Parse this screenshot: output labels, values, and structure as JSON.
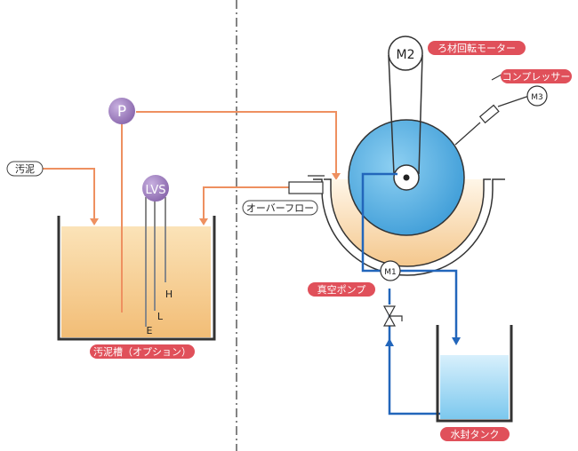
{
  "labels": {
    "sludge": "汚泥",
    "sludge_tank": "汚泥槽（オプション）",
    "overflow": "オーバーフロー",
    "filter_motor": "ろ材回転モーター",
    "compressor": "コンプレッサー",
    "vacuum_pump": "真空ポンプ",
    "water_seal_tank": "水封タンク"
  },
  "symbols": {
    "pump": "P",
    "level_switch": "LVS",
    "motor2": "M2",
    "motor1": "M1",
    "motor3": "M3",
    "electrode_h": "H",
    "electrode_l": "L",
    "electrode_e": "E"
  },
  "colors": {
    "accent_red": "#e0505a",
    "sludge_line": "#ee9060",
    "water_line": "#2266bb",
    "drum_blue": "#5ab0e0",
    "sludge_fill": "#f6cc88",
    "pump_purple": "#9b7bb8"
  }
}
